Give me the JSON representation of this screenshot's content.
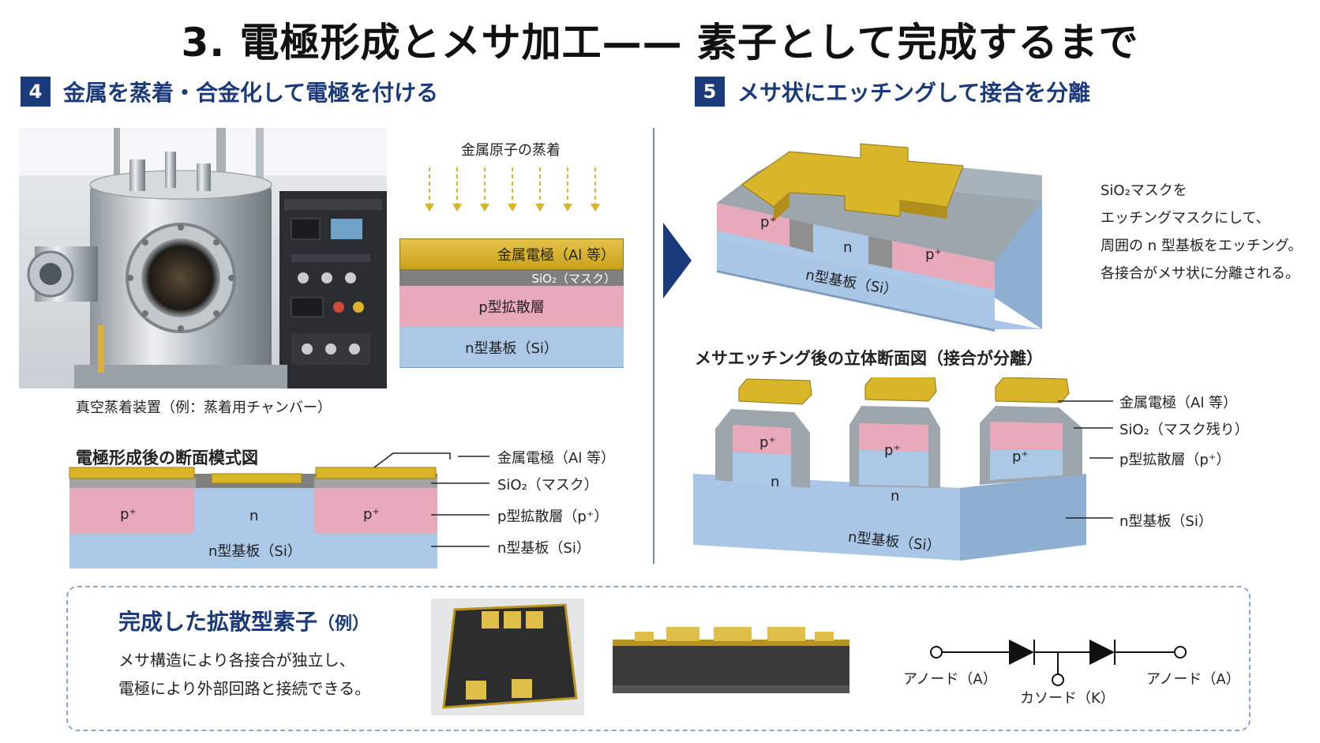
{
  "title": "3. 電極形成とメサ加工—— 素子として完成するまで",
  "section4": {
    "number": "4",
    "heading": "金属を蒸着・合金化して電極を付ける",
    "photo_caption": "真空蒸着装置（例：蒸着用チャンバー）",
    "evaporation_label": "金属原子の蒸着",
    "stack_layers": {
      "metal": "金属電極（Al 等）",
      "sio2": "SiO₂（マスク）",
      "p_layer": "p型拡散層",
      "substrate": "n型基板（Si）"
    },
    "cross_section_title": "電極形成後の断面模式図",
    "cross_section_regions": {
      "p_left": "p⁺",
      "n_center": "n",
      "p_right": "p⁺",
      "substrate": "n型基板（Si）"
    },
    "cross_section_callouts": {
      "metal": "金属電極（Al 等）",
      "sio2": "SiO₂（マスク）",
      "p_layer": "p型拡散層（p⁺）",
      "substrate": "n型基板（Si）"
    }
  },
  "section5": {
    "number": "5",
    "heading": "メサ状にエッチングして接合を分離",
    "top_block_labels": {
      "p_left": "p⁺",
      "n_center": "n",
      "p_right": "p⁺",
      "substrate": "n型基板（Si）"
    },
    "description_lines": [
      "SiO₂マスクを",
      "エッチングマスクにして、",
      "周囲の n 型基板をエッチング。",
      "各接合がメサ状に分離される。"
    ],
    "mesa_title": "メサエッチング後の立体断面図（接合が分離）",
    "mesa_regions": {
      "p1": "p⁺",
      "p2": "p⁺",
      "p3": "p⁺",
      "n1": "n",
      "n2": "n",
      "substrate": "n型基板（Si）"
    },
    "mesa_callouts": {
      "metal": "金属電極（Al 等）",
      "sio2": "SiO₂（マスク残り）",
      "p_layer": "p型拡散層（p⁺）",
      "substrate": "n型基板（Si）"
    }
  },
  "finished": {
    "title": "完成した拡散型素子",
    "title_suffix": "（例）",
    "description_lines": [
      "メサ構造により各接合が独立し、",
      "電極により外部回路と接続できる。"
    ],
    "schematic": {
      "anode_left": "アノード（A）",
      "cathode": "カソード（K）",
      "anode_right": "アノード（A）"
    }
  },
  "colors": {
    "accent": "#1b3a7a",
    "gold": "#d9b52a",
    "sio2": "#7a7a7a",
    "p_layer": "#e8a7b8",
    "n_substrate": "#a9c6e6",
    "arrow": "#1b3a7a"
  }
}
